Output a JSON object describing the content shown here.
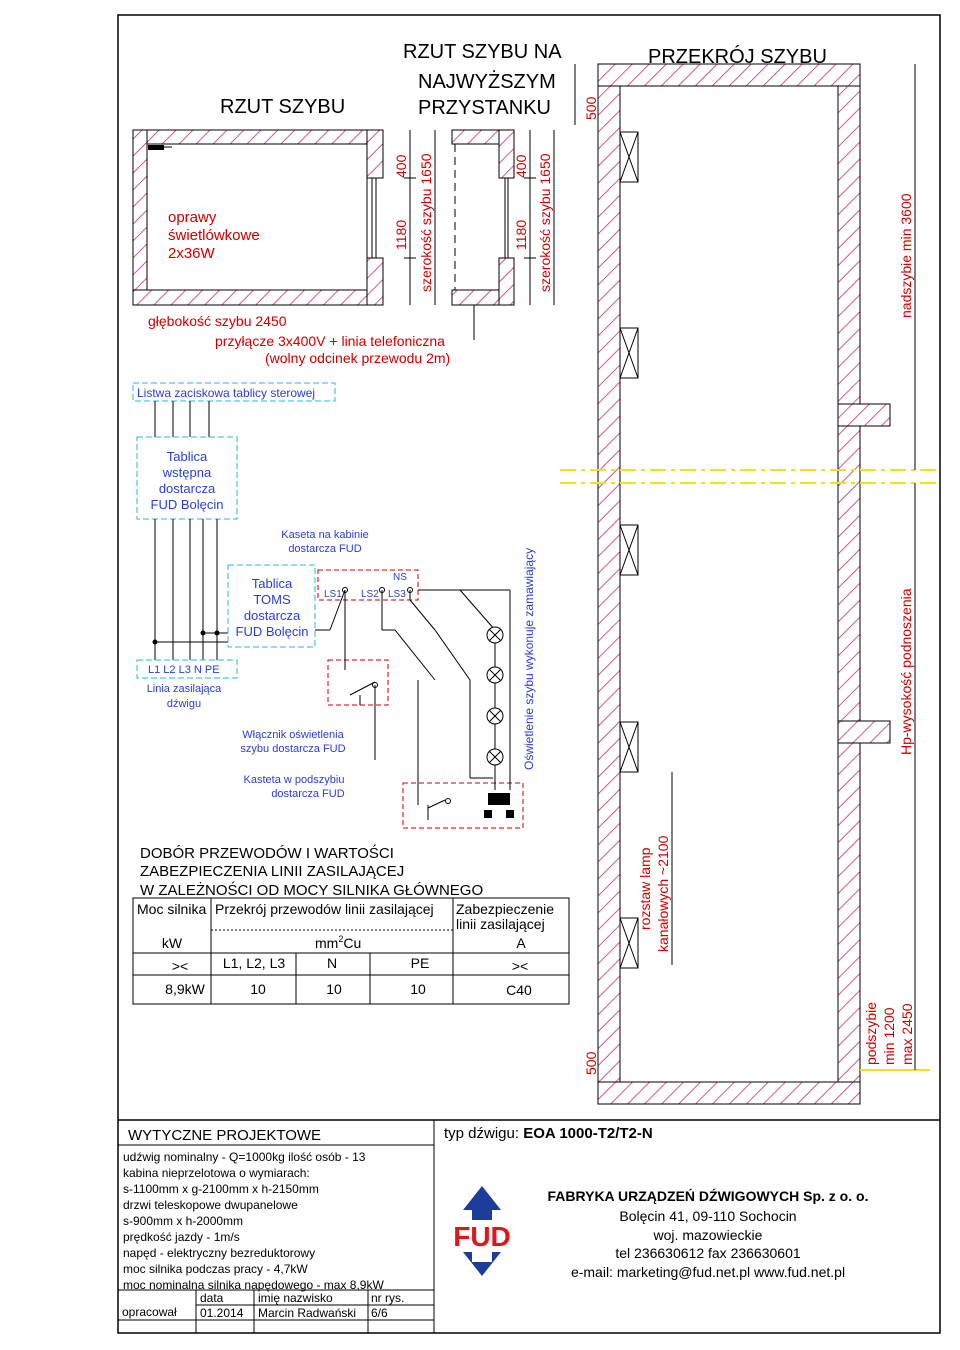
{
  "colors": {
    "red": "#cc0000",
    "dark_red": "#b00000",
    "cyan": "#22b8e6",
    "yellow": "#f0e020",
    "hatch_pink": "#cc2a7a",
    "blue": "#2a3fd0",
    "logo_red": "#e3141b",
    "logo_blue": "#1c3d9c",
    "line": "#000000"
  },
  "titles": {
    "rzut_szybu": "RZUT SZYBU",
    "rzut_najwyzszy_1": "RZUT SZYBU NA",
    "rzut_najwyzszy_2": "NAJWYŻSZYM",
    "rzut_najwyzszy_3": "PRZYSTANKU",
    "przekroj": "PRZEKRÓJ SZYBU"
  },
  "plan": {
    "lamp_1": "oprawy",
    "lamp_2": "świetlówkowe",
    "lamp_3": "2x36W",
    "glebokosc": "głębokość szybu 2450",
    "przylacze_1": "przyłącze 3x400V + linia telefoniczna",
    "przylacze_2": "(wolny odcinek przewodu 2m)"
  },
  "dims": {
    "d400": "400",
    "d1180": "1180",
    "szerokosc": "szerokość szybu 1650",
    "d500": "500",
    "nadszybie": "nadszybie min 3600",
    "hp": "Hp-wysokość podnoszenia",
    "rozstaw_1": "rozstaw lamp",
    "rozstaw_2": "kanałowych ~2100",
    "podszybie_1": "podszybie",
    "podszybie_2": "min 1200",
    "podszybie_3": "max 2450"
  },
  "wiring": {
    "listwa": "Listwa zaciskowa tablicy sterowej",
    "tablica_wstepna_1": "Tablica",
    "tablica_wstepna_2": "wstępna",
    "tablica_wstepna_3": "dostarcza",
    "tablica_wstepna_4": "FUD Bolęcin",
    "phases": "L1 L2 L3   N  PE",
    "linia_1": "Linia zasilająca",
    "linia_2": "dźwigu",
    "toms_1": "Tablica",
    "toms_2": "TOMS",
    "toms_3": "dostarcza",
    "toms_4": "FUD Bolęcin",
    "kaseta_1": "Kaseta na kabinie",
    "kaseta_2": "dostarcza FUD",
    "ns": "NS",
    "ls1": "LS1",
    "ls2": "LS2",
    "ls3": "LS3",
    "wlacznik_1": "Włącznik oświetlenia",
    "wlacznik_2": "szybu dostarcza FUD",
    "kasteta_1": "Kasteta w podszybiu",
    "kasteta_2": "dostarcza FUD",
    "oswietlenie": "Oświetlenie szybu wykonuje zamawiający"
  },
  "table": {
    "heading_1": "DOBÓR PRZEWODÓW I WARTOŚCI",
    "heading_2": "ZABEZPIECZENIA LINII ZASILAJĄCEJ",
    "heading_3": "W ZALEŻNOŚCI OD MOCY SILNIKA GŁÓWNEGO",
    "col_moc": "Moc silnika",
    "col_przekroj": "Przekrój przewodów linii zasilającej",
    "col_zab_1": "Zabezpieczenie",
    "col_zab_2": "linii zasilającej",
    "unit_kw": "kW",
    "unit_mm": "mm",
    "unit_mm_sup": "2",
    "unit_cu": "Cu",
    "unit_a": "A",
    "arrows_1": "><",
    "sub_l": "L1, L2, L3",
    "sub_n": "N",
    "sub_pe": "PE",
    "arrows_2": "><",
    "val_moc": "8,9kW",
    "val_l": "10",
    "val_n": "10",
    "val_pe": "10",
    "val_zab": "C40"
  },
  "wytyczne": {
    "title": "WYTYCZNE PROJEKTOWE",
    "lines": [
      "udźwig nominalny  -  Q=1000kg      ilość osób  -  13",
      "kabina nieprzelotowa o wymiarach:",
      "s-1100mm x g-2100mm x h-2150mm",
      "drzwi teleskopowe dwupanelowe",
      "s-900mm x h-2000mm",
      "prędkość jazdy                    - 1m/s",
      "napęd                               - elektryczny bezreduktorowy",
      "moc silnika podczas pracy   - 4,7kW",
      "moc nominalna silnika napędowego      -  max 8,9kW"
    ],
    "h_data": "data",
    "h_imie": "imię nazwisko",
    "h_nr": "nr rys.",
    "opracowal": "opracował",
    "v_data": "01.2014",
    "v_imie": "Marcin Radwański",
    "v_nr": "6/6"
  },
  "company": {
    "typ_label": "typ dźwigu: ",
    "typ_value": "EOA 1000-T2/T2-N",
    "logo": "FUD",
    "name": "FABRYKA URZĄDZEŃ DŹWIGOWYCH Sp. z o. o.",
    "addr_1": "Bolęcin 41, 09-110 Sochocin",
    "addr_2": "woj. mazowieckie",
    "tel": "tel 236630612  fax 236630601",
    "email": "e-mail: marketing@fud.net.pl  www.fud.net.pl"
  }
}
